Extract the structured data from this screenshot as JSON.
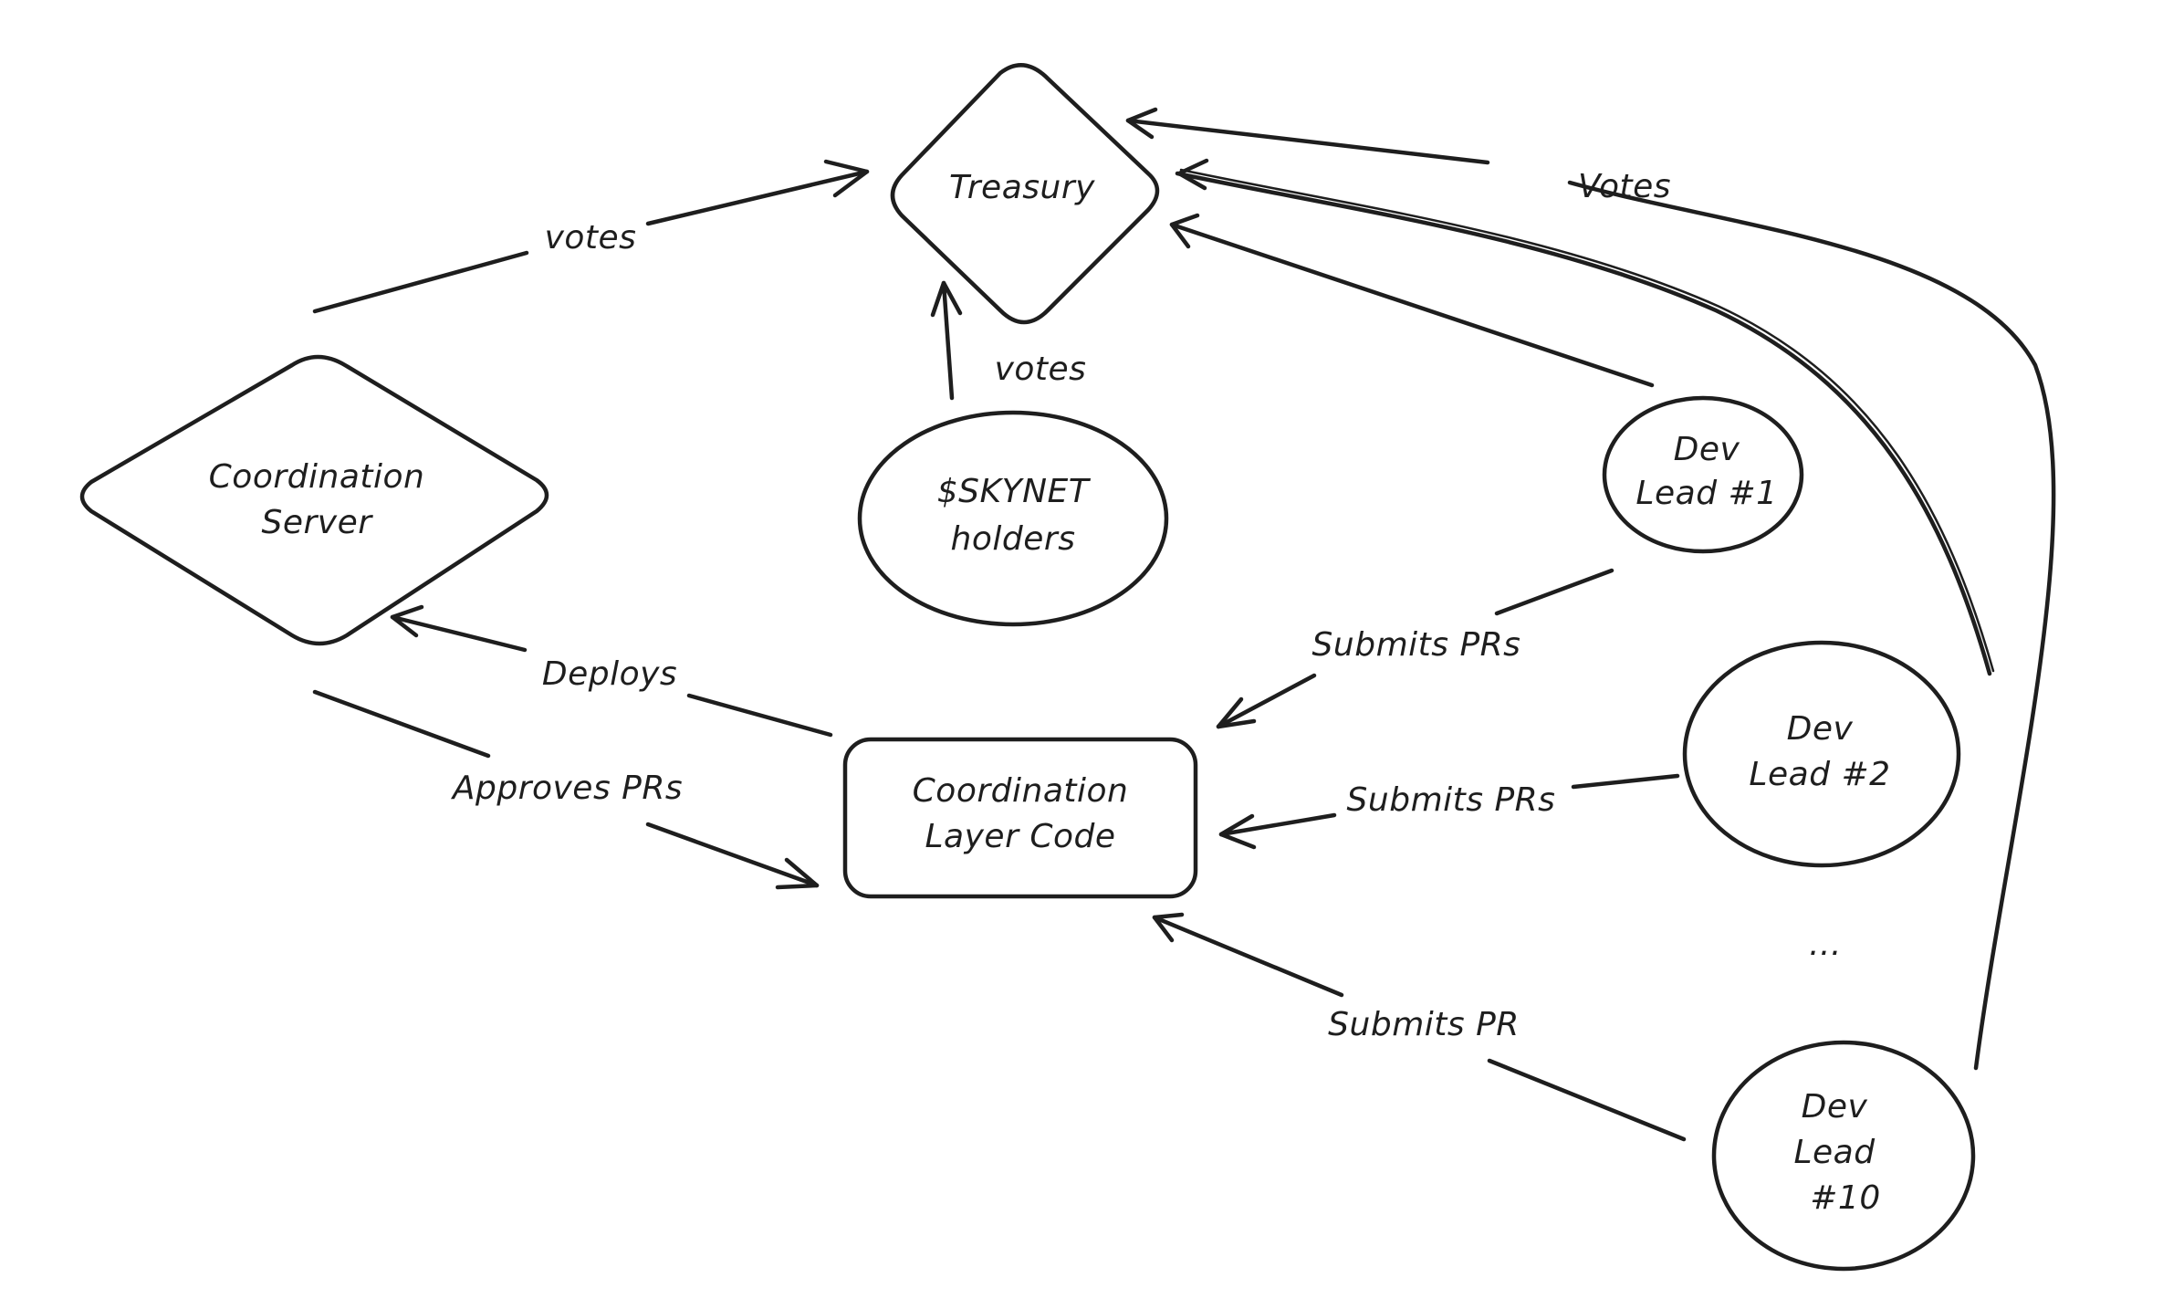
{
  "nodes": {
    "treasury": {
      "label": "Treasury"
    },
    "coordination_server": {
      "lines": [
        "Coordination",
        "Server"
      ]
    },
    "skynet_holders": {
      "lines": [
        "$SKYNET",
        "holders"
      ]
    },
    "coordination_layer_code": {
      "lines": [
        "Coordination",
        "Layer Code"
      ]
    },
    "dev_lead_1": {
      "lines": [
        "Dev",
        "Lead #1"
      ]
    },
    "dev_lead_2": {
      "lines": [
        "Dev",
        "Lead #2"
      ]
    },
    "dev_lead_10": {
      "lines": [
        "Dev",
        "Lead",
        "#10"
      ]
    },
    "ellipsis": {
      "label": "..."
    }
  },
  "edges": {
    "server_votes": "votes",
    "holders_votes": "votes",
    "devs_votes": "Votes",
    "deploys": "Deploys",
    "approves_prs": "Approves PRs",
    "dev1_submits": "Submits PRs",
    "dev2_submits": "Submits PRs",
    "dev10_submits": "Submits PR"
  }
}
